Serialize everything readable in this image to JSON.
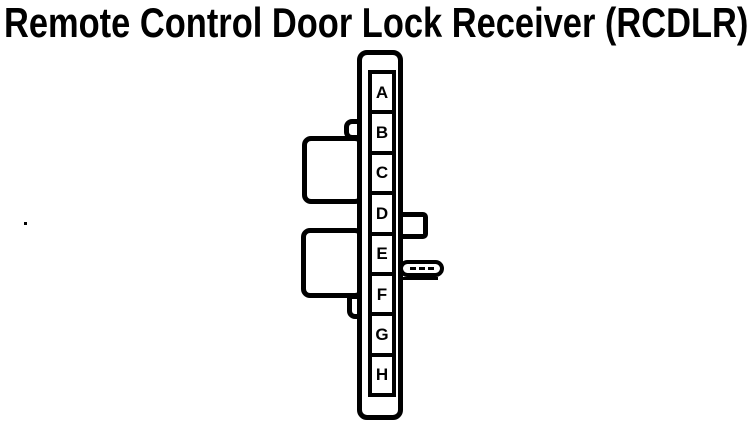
{
  "title": "Remote Control Door Lock Receiver (RCDLR)",
  "diagram": {
    "pins": [
      {
        "label": "A"
      },
      {
        "label": "B"
      },
      {
        "label": "C"
      },
      {
        "label": "D"
      },
      {
        "label": "E"
      },
      {
        "label": "F"
      },
      {
        "label": "G"
      },
      {
        "label": "H"
      }
    ],
    "colors": {
      "line": "#000000",
      "background": "#ffffff"
    }
  }
}
